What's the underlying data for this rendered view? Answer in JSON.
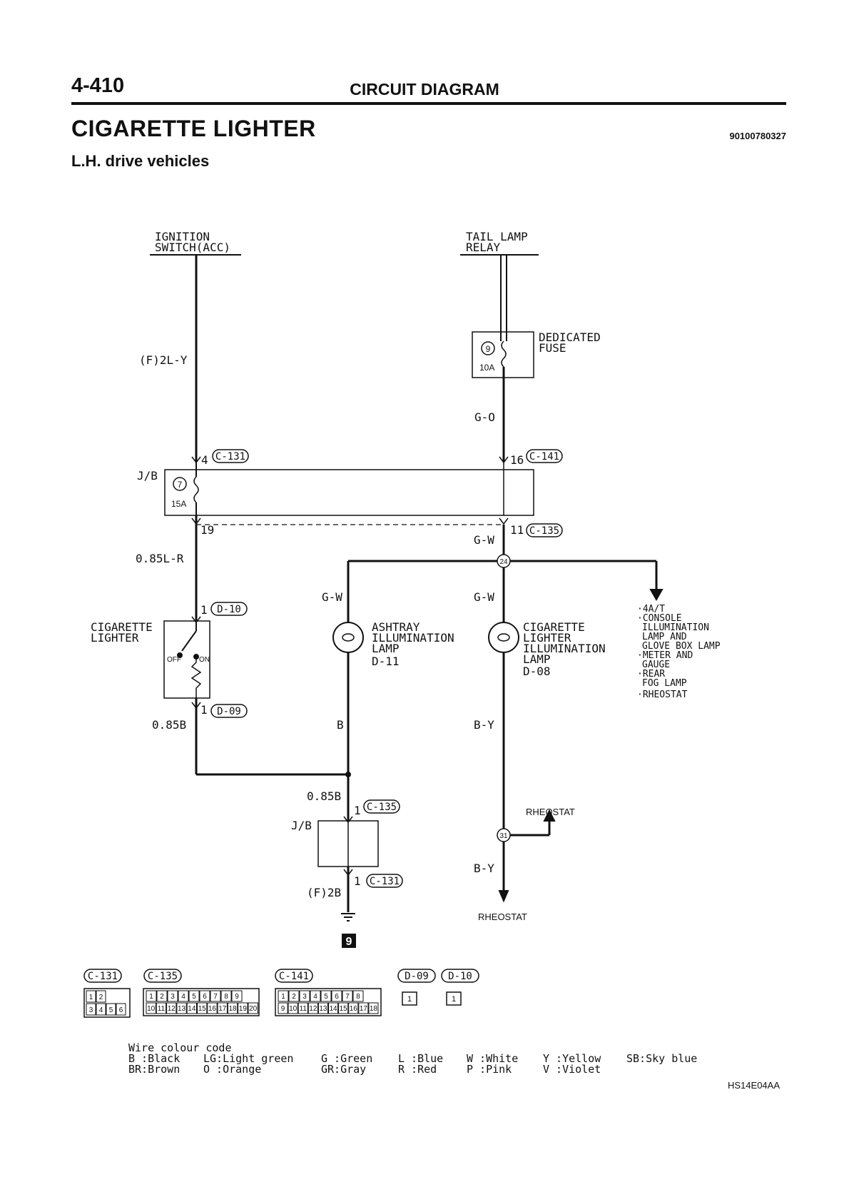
{
  "header": {
    "page_number": "4-410",
    "section": "CIRCUIT DIAGRAM",
    "title": "CIGARETTE LIGHTER",
    "doc_number": "90100780327",
    "subtitle": "L.H. drive vehicles"
  },
  "labels": {
    "ign_switch_1": "IGNITION",
    "ign_switch_2": "SWITCH(ACC)",
    "tail_relay_1": "TAIL LAMP",
    "tail_relay_2": "RELAY",
    "dedicated_fuse_1": "DEDICATED",
    "dedicated_fuse_2": "FUSE",
    "fuse9_no": "9",
    "fuse9_rating": "10A",
    "fuse7_no": "7",
    "fuse7_rating": "15A",
    "wire_f2ly": "(F)2L-Y",
    "wire_go": "G-O",
    "jb1": "J/B",
    "jb2": "J/B",
    "pin_4": "4",
    "pin_16": "16",
    "pin_19": "19",
    "pin_11": "11",
    "pin_1_d10": "1",
    "pin_1_d09": "1",
    "pin_1_c135": "1",
    "pin_1_c131": "1",
    "wire_085lr": "0.85L-R",
    "wire_gw_1": "G-W",
    "wire_gw_2": "G-W",
    "wire_gw_3": "G-W",
    "junction_24": "24",
    "junction_31": "31",
    "cig_lighter_1": "CIGARETTE",
    "cig_lighter_2": "LIGHTER",
    "switch_off": "OFF",
    "switch_on": "ON",
    "ashtray_1": "ASHTRAY",
    "ashtray_2": "ILLUMINATION",
    "ashtray_3": "LAMP",
    "ashtray_4": "D-11",
    "cigill_1": "CIGARETTE",
    "cigill_2": "LIGHTER",
    "cigill_3": "ILLUMINATION",
    "cigill_4": "LAMP",
    "cigill_5": "D-08",
    "note_1": "·4A/T",
    "note_2": "·CONSOLE",
    "note_3": "ILLUMINATION",
    "note_4": "LAMP AND",
    "note_5": "GLOVE BOX LAMP",
    "note_6": "·METER AND",
    "note_7": "GAUGE",
    "note_8": "·REAR",
    "note_9": "FOG LAMP",
    "note_10": "·RHEOSTAT",
    "wire_085b_1": "0.85B",
    "wire_085b_2": "0.85B",
    "wire_b": "B",
    "wire_by_1": "B-Y",
    "wire_by_2": "B-Y",
    "wire_f2b": "(F)2B",
    "rheostat_1": "RHEOSTAT",
    "rheostat_2": "RHEOSTAT",
    "ground_no": "9",
    "figure_code": "HS14E04AA"
  },
  "connectors": {
    "c131": "C-131",
    "c141": "C-141",
    "c135": "C-135",
    "d10": "D-10",
    "d09": "D-09",
    "diag_c131": "C-131",
    "diag_c141": "C-141",
    "diag_c135_top": "C-135",
    "diag_d10": "D-10",
    "diag_d09": "D-09",
    "diag_c135_bot": "C-135",
    "diag_c131_bot": "C-131"
  },
  "connector_pins": {
    "c131_top": [
      "1",
      "2"
    ],
    "c131_bottom": [
      "3",
      "4",
      "5",
      "6"
    ],
    "c135_top": [
      "1",
      "2",
      "3",
      "4",
      "5",
      "6",
      "7",
      "8",
      "9"
    ],
    "c135_bottom": [
      "10",
      "11",
      "12",
      "13",
      "14",
      "15",
      "16",
      "17",
      "18",
      "19",
      "20"
    ],
    "c141_top": [
      "1",
      "2",
      "3",
      "4",
      "5",
      "6",
      "7",
      "8"
    ],
    "c141_bottom": [
      "9",
      "10",
      "11",
      "12",
      "13",
      "14",
      "15",
      "16",
      "17",
      "18"
    ],
    "d09": "1",
    "d10": "1"
  },
  "wire_colour_code": {
    "heading": "Wire colour code",
    "row1": [
      "B :Black",
      "LG:Light green",
      "G :Green",
      "L :Blue",
      "W :White",
      "Y :Yellow",
      "SB:Sky blue"
    ],
    "row2": [
      "BR:Brown",
      "O :Orange",
      "GR:Gray",
      "R :Red",
      "P :Pink",
      "V :Violet"
    ]
  }
}
